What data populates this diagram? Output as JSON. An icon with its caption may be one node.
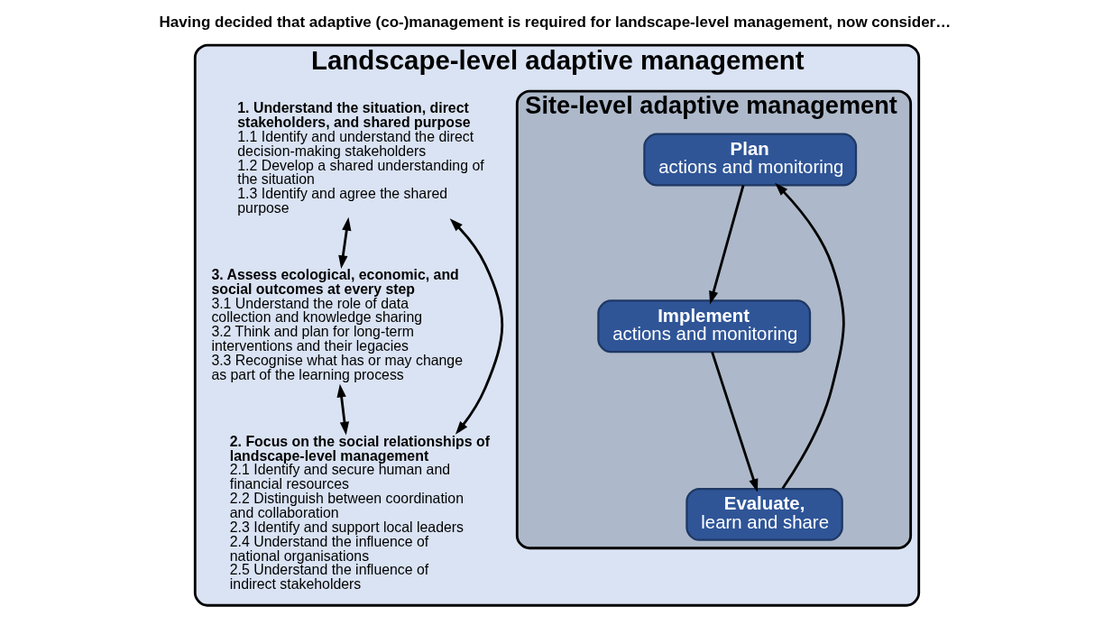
{
  "diagram": {
    "title": "Having decided that adaptive (co-)management is required for landscape-level management, now consider…",
    "nodes": [
      {
        "text": [
          "Landscape-level adaptive management"
        ]
      },
      {
        "text": [
          "1. Understand the situation, direct stakeholders, and shared purpose",
          "1.1 Identify and understand the direct decision-making stakeholders",
          "1.2 Develop a shared understanding of the situation",
          "1.3 Identify and agree the shared purpose"
        ],
        "in": 0
      },
      {
        "text": [
          "3. Assess ecological, economic, and social outcomes at every step",
          "3.1 Understand the role of data collection and knowledge sharing",
          "3.2 Think and plan for long-term interventions and their legacies",
          "3.3 Recognise what has or may change as part of the learning process"
        ],
        "in": 0
      },
      {
        "text": [
          "2. Focus on the social relationships of landscape-level management",
          "2.1 Identify and secure human and financial resources",
          "2.2 Distinguish between coordination and collaboration",
          "2.3 Identify and support local leaders",
          "2.4 Understand the influence of national organisations",
          "2.5 Understand the influence of indirect stakeholders"
        ],
        "in": 0
      },
      {
        "text": [
          "Site-level adaptive management"
        ],
        "in": 0
      },
      {
        "text": [
          "Plan",
          "actions and monitoring"
        ],
        "in": 4
      },
      {
        "text": [
          "Implement",
          "actions and monitoring"
        ],
        "in": 4
      },
      {
        "text": [
          "Evaluate,",
          "learn and share"
        ],
        "in": 4
      }
    ],
    "edges": [
      {
        "from": 1,
        "to": 2,
        "arrow": "both"
      },
      {
        "from": 1,
        "to": 3,
        "arrow": "both"
      },
      {
        "from": 2,
        "to": 3,
        "arrow": "both"
      },
      {
        "from": 5,
        "to": 6,
        "arrow": "to"
      },
      {
        "from": 6,
        "to": 7,
        "arrow": "to"
      },
      {
        "from": 7,
        "to": 5,
        "arrow": "to"
      }
    ]
  }
}
